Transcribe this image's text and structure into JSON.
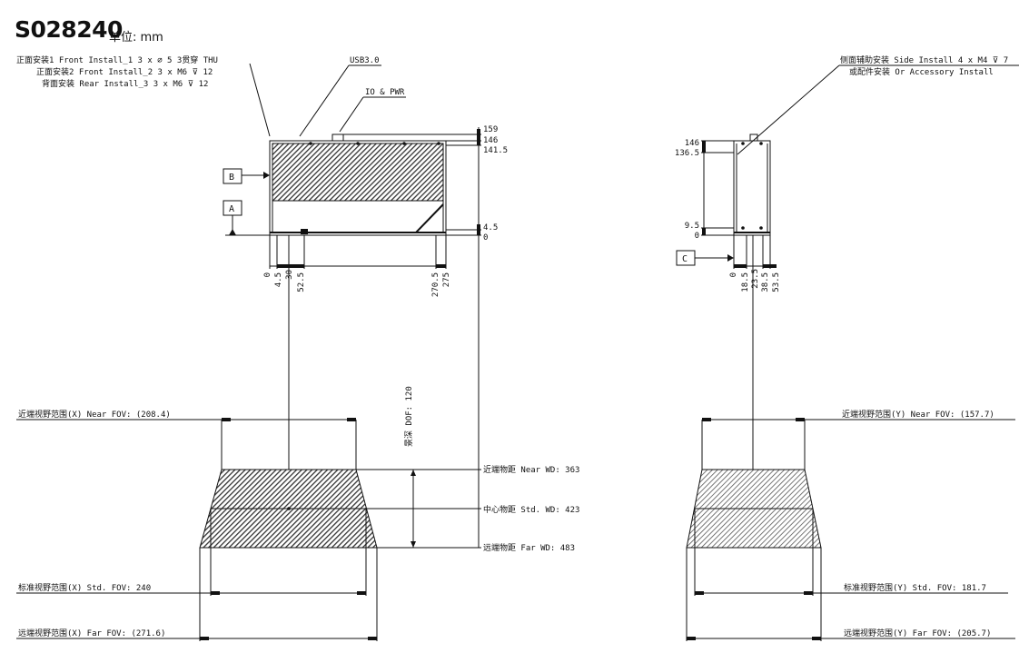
{
  "header": {
    "model": "S028240",
    "unit": "单位: mm"
  },
  "front": {
    "install_1": "正面安装1 Front Install_1 3 x ⌀ 5 3贯穿 THU",
    "install_2": "正面安装2 Front Install_2 3 x M6 ⊽ 12",
    "install_3": "背面安装 Rear Install_3 3 x M6 ⊽ 12",
    "usb": "USB3.0",
    "io": "IO & PWR",
    "datum_a": "A",
    "datum_b": "B",
    "right_dims": [
      "159",
      "146",
      "141.5",
      "4.5",
      "0"
    ],
    "bottom_dims": [
      "0",
      "4.5",
      "30",
      "52.5",
      "270.5",
      "275"
    ],
    "dof": "景深 DOF: 120"
  },
  "side": {
    "install": "侧面辅助安装 Side Install 4 x M4 ⊽ 7",
    "accessory": "或配件安装 Or Accessory Install",
    "datum_c": "C",
    "left_dims": [
      "146",
      "136.5",
      "9.5",
      "0"
    ],
    "bottom_dims": [
      "0",
      "18.5",
      "23.5",
      "38.5",
      "53.5"
    ]
  },
  "wd": {
    "near": "近端物距 Near WD: 363",
    "std": "中心物距 Std. WD: 423",
    "far": "远端物距 Far WD: 483"
  },
  "fov_x": {
    "near": "近端视野范围(X) Near FOV: (208.4)",
    "std": "标准视野范围(X) Std. FOV: 240",
    "far": "远端视野范围(X) Far FOV: (271.6)"
  },
  "fov_y": {
    "near": "近端视野范围(Y) Near FOV: (157.7)",
    "std": "标准视野范围(Y) Std. FOV: 181.7",
    "far": "远端视野范围(Y) Far FOV: (205.7)"
  }
}
